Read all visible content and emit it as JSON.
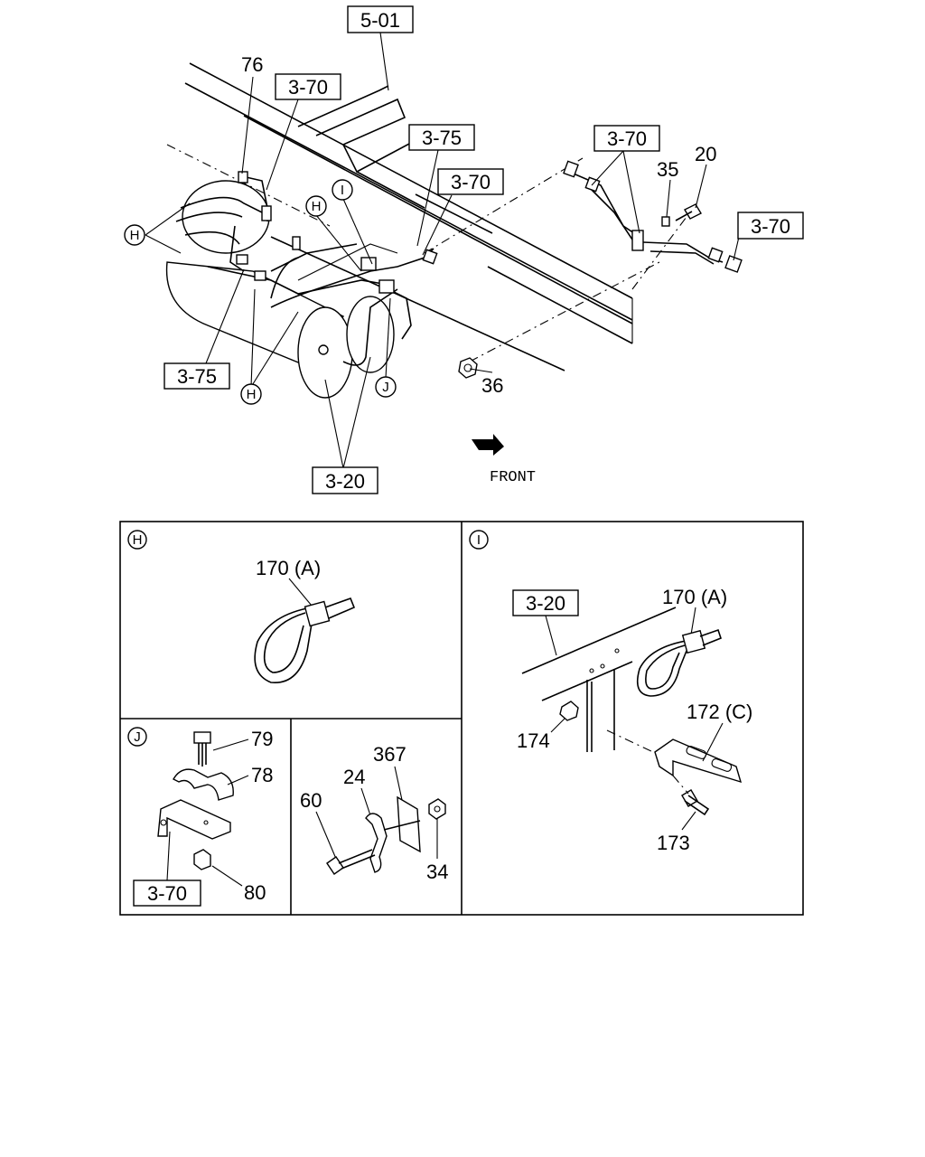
{
  "refs": {
    "r501": "5-01",
    "r370a": "3-70",
    "r375a": "3-75",
    "r370b": "3-70",
    "r370c": "3-70",
    "r370d": "3-70",
    "r375b": "3-75",
    "r320a": "3-20",
    "r320b": "3-20",
    "r370e": "3-70"
  },
  "parts": {
    "p76": "76",
    "p35": "35",
    "p20": "20",
    "p36": "36",
    "p170a": "170 (A)",
    "p170b": "170 (A)",
    "p172": "172 (C)",
    "p174": "174",
    "p173": "173",
    "p79": "79",
    "p78": "78",
    "p80": "80",
    "p367": "367",
    "p24": "24",
    "p60": "60",
    "p34": "34"
  },
  "callouts": {
    "H": "H",
    "I": "I",
    "J": "J"
  },
  "direction_label": "FRONT"
}
